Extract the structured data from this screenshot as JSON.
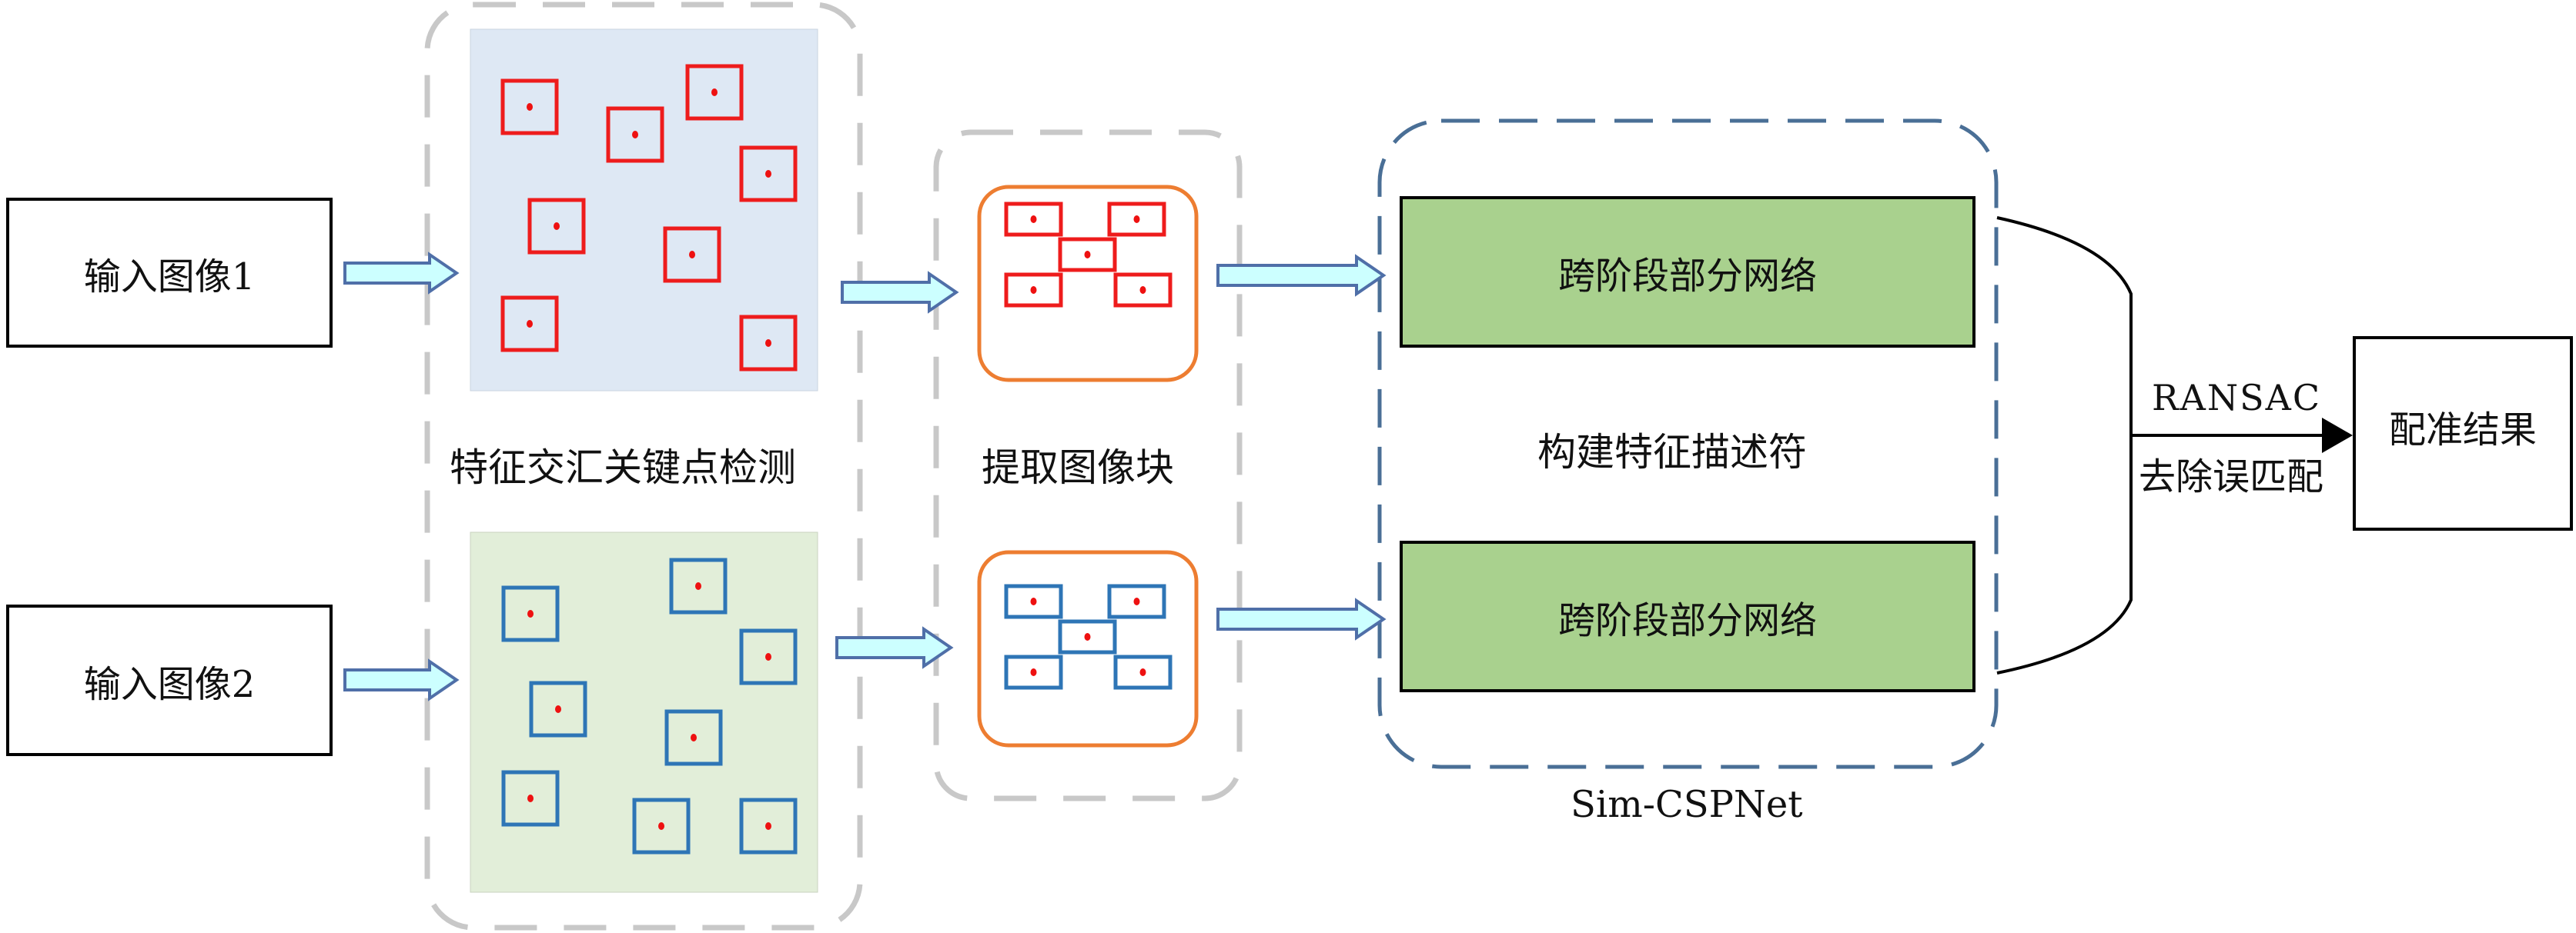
{
  "inputs": [
    {
      "label": "输入图像1"
    },
    {
      "label": "输入图像2"
    }
  ],
  "stages": {
    "keypoint_detection": {
      "label": "特征交汇关键点检测"
    },
    "patch_extraction": {
      "label": "提取图像块"
    },
    "descriptor": {
      "label": "构建特征描述符",
      "network_name": "Sim-CSPNet",
      "branches": [
        "跨阶段部分网络",
        "跨阶段部分网络"
      ]
    }
  },
  "matching": {
    "top_label": "RANSAC",
    "bottom_label": "去除误匹配"
  },
  "output": {
    "label": "配准结果"
  },
  "colors": {
    "image1_bg": "#dee8f4",
    "image2_bg": "#e2eed9",
    "keypoint_box_1": "#ee1c1c",
    "keypoint_box_2": "#2e75b6",
    "keypoint_dot": "#ee1111",
    "patch_frame": "#ed7d31",
    "panel_dash": "#c8c8c8",
    "cspnet_dash": "#4a6f96",
    "cspnet_box": "#a9d18e",
    "arrow_fill": "#ccffff",
    "arrow_stroke": "#4f6fa8"
  }
}
